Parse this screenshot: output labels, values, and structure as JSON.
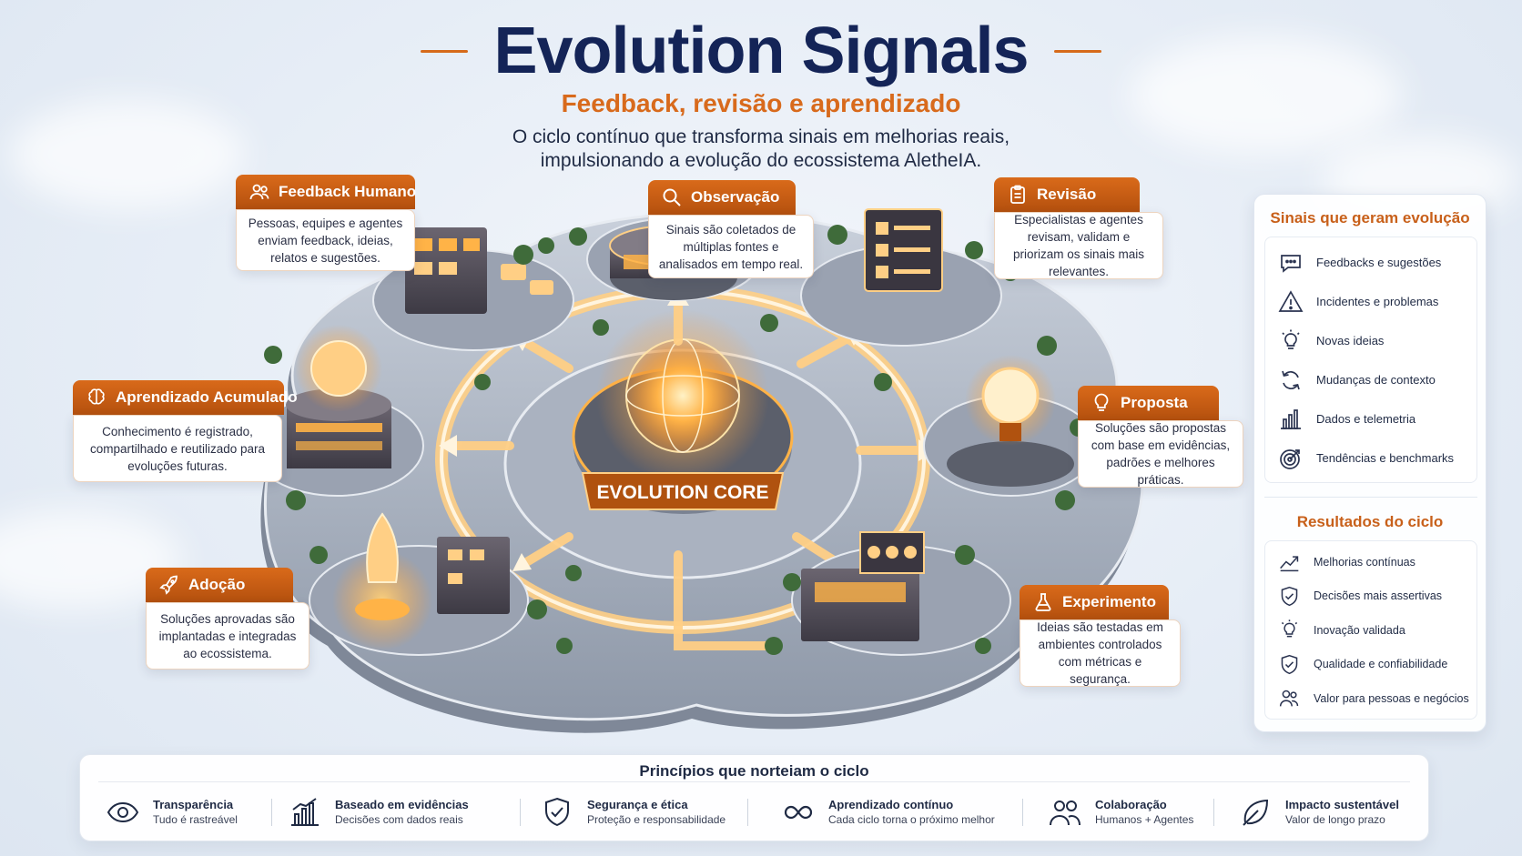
{
  "header": {
    "title": "Evolution Signals",
    "subtitle": "Feedback, revisão e aprendizado",
    "tagline_line1": "O ciclo contínuo que transforma sinais em melhorias reais,",
    "tagline_line2": "impulsionando a evolução do ecossistema AletheIA."
  },
  "core_label": "EVOLUTION CORE",
  "stages": {
    "feedback": {
      "title": "Feedback Humano",
      "icon": "people-icon",
      "text": "Pessoas, equipes e agentes enviam feedback, ideias, relatos e sugestões."
    },
    "observacao": {
      "title": "Observação",
      "icon": "magnifier-icon",
      "text": "Sinais são coletados de múltiplas fontes e analisados em tempo real."
    },
    "revisao": {
      "title": "Revisão",
      "icon": "clipboard-icon",
      "text": "Especialistas e agentes revisam, validam e priorizam os sinais mais relevantes."
    },
    "aprendizado": {
      "title": "Aprendizado Acumulado",
      "icon": "brain-icon",
      "text": "Conhecimento é registrado, compartilhado e reutilizado para evoluções futuras."
    },
    "proposta": {
      "title": "Proposta",
      "icon": "lightbulb-icon",
      "text": "Soluções são propostas com base em evidências, padrões e melhores práticas."
    },
    "adocao": {
      "title": "Adoção",
      "icon": "rocket-icon",
      "text": "Soluções aprovadas são implantadas e integradas ao ecossistema."
    },
    "experimento": {
      "title": "Experimento",
      "icon": "flask-icon",
      "text": "Ideias são testadas em ambientes controlados com métricas e segurança."
    }
  },
  "signals_panel": {
    "title": "Sinais que geram evolução",
    "items": [
      {
        "label": "Feedbacks e sugestões",
        "icon": "chat-bubble-icon"
      },
      {
        "label": "Incidentes e problemas",
        "icon": "warning-icon"
      },
      {
        "label": "Novas ideias",
        "icon": "lightbulb-icon"
      },
      {
        "label": "Mudanças de contexto",
        "icon": "refresh-icon"
      },
      {
        "label": "Dados e telemetria",
        "icon": "bar-chart-icon"
      },
      {
        "label": "Tendências e benchmarks",
        "icon": "target-icon"
      }
    ]
  },
  "results_panel": {
    "title": "Resultados do ciclo",
    "items": [
      {
        "label": "Melhorias contínuas",
        "icon": "trend-up-icon"
      },
      {
        "label": "Decisões mais assertivas",
        "icon": "shield-check-icon"
      },
      {
        "label": "Inovação validada",
        "icon": "lightbulb-icon"
      },
      {
        "label": "Qualidade e confiabilidade",
        "icon": "shield-check-icon"
      },
      {
        "label": "Valor para pessoas e negócios",
        "icon": "people-icon"
      }
    ]
  },
  "principles": {
    "title": "Princípios que norteiam o ciclo",
    "items": [
      {
        "name": "Transparência",
        "desc": "Tudo é rastreável",
        "icon": "eye-icon"
      },
      {
        "name": "Baseado em evidências",
        "desc": "Decisões com dados reais",
        "icon": "bar-chart-icon"
      },
      {
        "name": "Segurança e ética",
        "desc": "Proteção e responsabilidade",
        "icon": "shield-check-icon"
      },
      {
        "name": "Aprendizado contínuo",
        "desc": "Cada ciclo torna o próximo melhor",
        "icon": "infinity-icon"
      },
      {
        "name": "Colaboração",
        "desc": "Humanos + Agentes",
        "icon": "people-icon"
      },
      {
        "name": "Impacto sustentável",
        "desc": "Valor de longo prazo",
        "icon": "leaf-icon"
      }
    ]
  },
  "colors": {
    "title_navy": "#142457",
    "accent_orange": "#d86a1c",
    "glow": "#ffb347",
    "platform": "#9aa4b4"
  }
}
